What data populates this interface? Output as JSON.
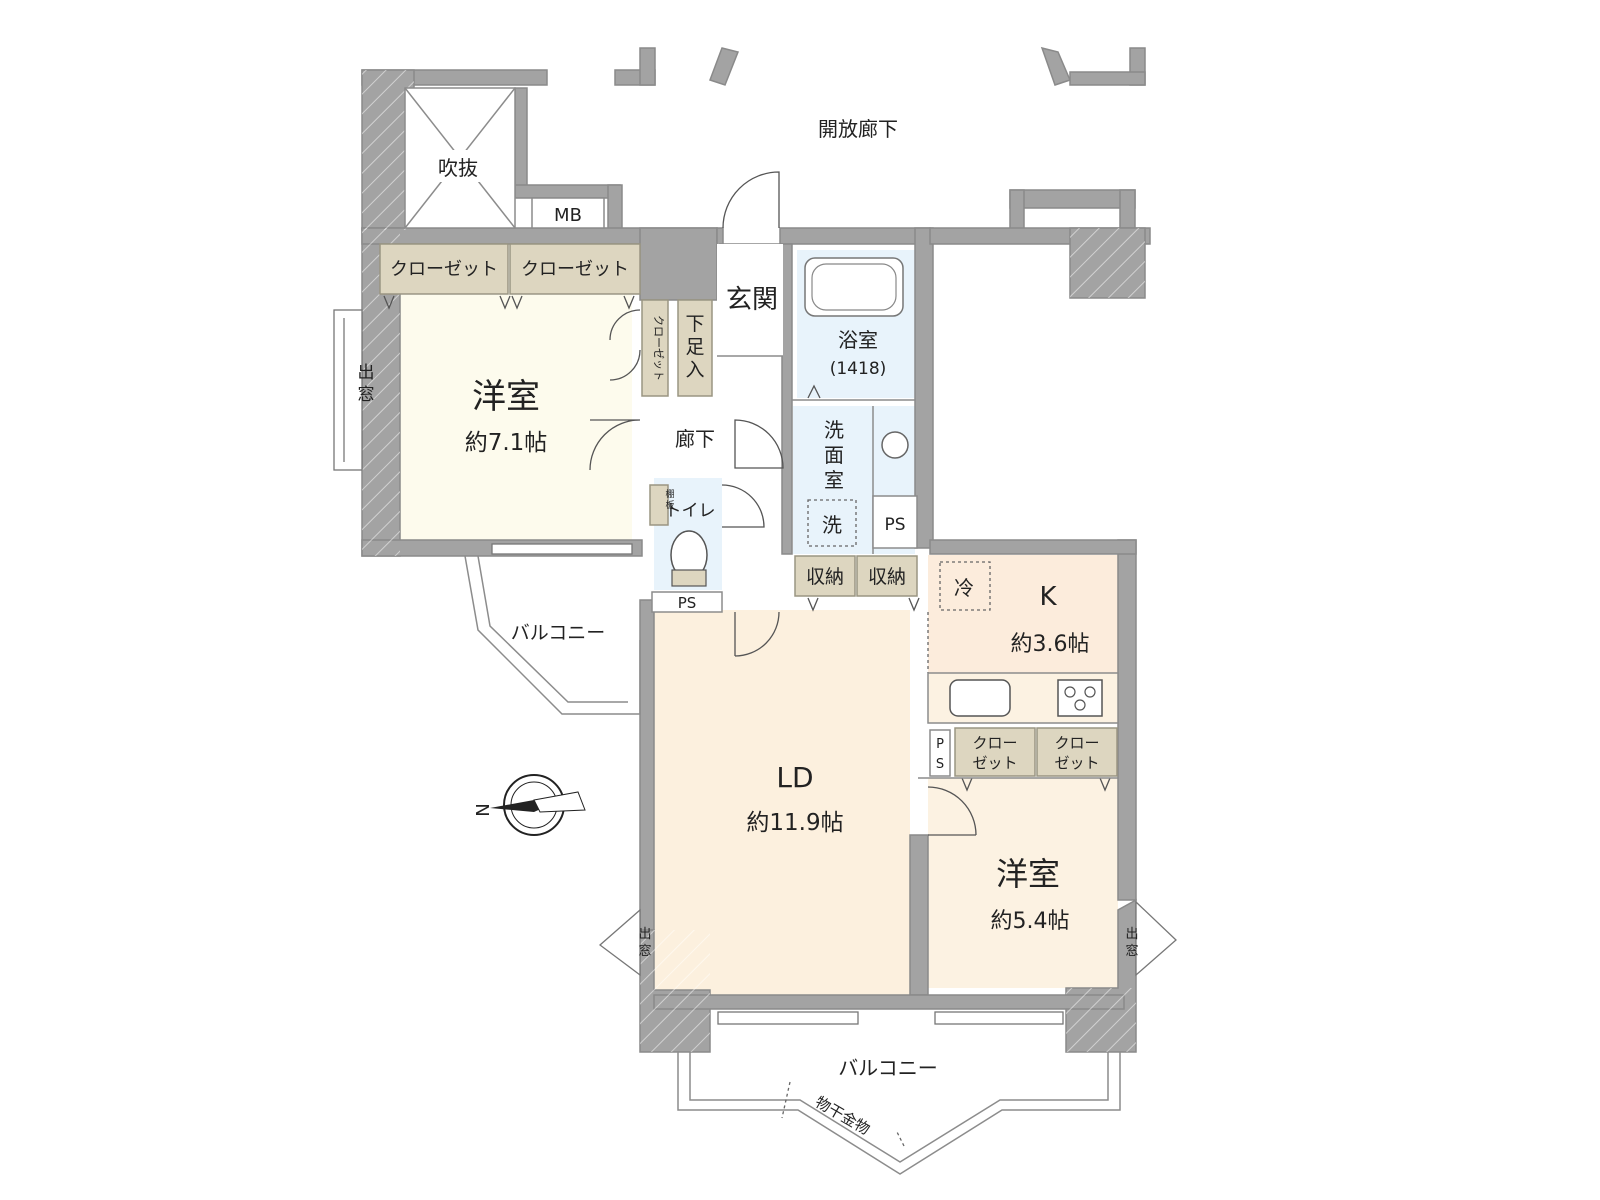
{
  "labels": {
    "corridor_open": "開放廊下",
    "fukinuke": "吹抜",
    "mb": "MB",
    "closet": "クローゼット",
    "closet_vertical": "クローゼット",
    "shoe_box": "下足入",
    "entrance": "玄関",
    "bath": "浴室",
    "bath_size": "(1418)",
    "hallway": "廊下",
    "wash_room": "洗面室",
    "wash_mark": "洗",
    "ps": "PS",
    "toilet": "トイレ",
    "shelf": "棚板",
    "storage": "収納",
    "fridge": "冷",
    "bay_window": "出窓",
    "balcony": "バルコニー",
    "drying_hardware": "物干金物",
    "compass_n": "N",
    "closet_stack_1": "クロー",
    "closet_stack_2": "ゼット"
  },
  "rooms": {
    "western1": {
      "name": "洋室",
      "size": "約7.1帖"
    },
    "kitchen": {
      "name": "K",
      "size": "約3.6帖"
    },
    "ld": {
      "name": "LD",
      "size": "約11.9帖"
    },
    "western2": {
      "name": "洋室",
      "size": "約5.4帖"
    }
  },
  "colors": {
    "wall": "#a3a3a3",
    "closet": "#ddd6c0",
    "ld_floor": "#fcf0de",
    "western_floor": "#fdfbed",
    "wet_area": "#e8f3fb"
  }
}
